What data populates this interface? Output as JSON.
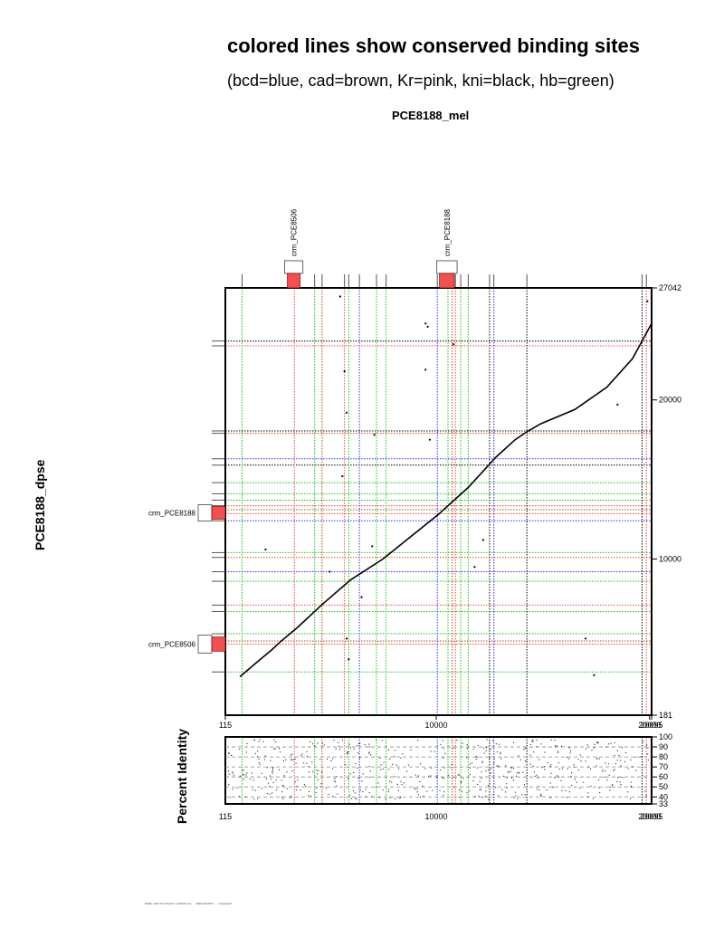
{
  "page": {
    "title": "colored lines show conserved binding sites",
    "subtitle": "(bcd=blue, cad=brown, Kr=pink, kni=black, hb=green)",
    "footer": "Made with the Dotplot software by ... MakeDotPlot ... Copyright ... "
  },
  "colors": {
    "bcd": "#3030ff",
    "cad": "#a05020",
    "Kr": "#ff4040",
    "kni": "#000000",
    "hb": "#20c020",
    "crm_fill": "#f05050"
  },
  "chart_data": {
    "type": "scatter",
    "title": "PCE8188_mel",
    "xlabel": "",
    "ylabel": "PCE8188_dpse",
    "xlim": [
      115,
      20095
    ],
    "ylim": [
      181,
      27042
    ],
    "x_ticks": [
      {
        "value": 115,
        "label": "115"
      },
      {
        "value": 10000,
        "label": "10000"
      },
      {
        "value": 20000,
        "label": "20000"
      },
      {
        "value": 20095,
        "label": "20095"
      }
    ],
    "y_ticks": [
      {
        "value": 181,
        "label": "181"
      },
      {
        "value": 10000,
        "label": "10000"
      },
      {
        "value": 20000,
        "label": "20000"
      },
      {
        "value": 27042,
        "label": "27042"
      }
    ],
    "crm_x": [
      {
        "name": "crm_PCE8506",
        "start": 3020,
        "end": 3620
      },
      {
        "name": "crm_PCE8188",
        "start": 10150,
        "end": 10850
      }
    ],
    "crm_y": [
      {
        "name": "crm_PCE8188",
        "start": 12500,
        "end": 13300
      },
      {
        "name": "crm_PCE8506",
        "start": 4200,
        "end": 5100
      }
    ],
    "vlines": [
      {
        "x": 900,
        "site": "hb"
      },
      {
        "x": 3350,
        "site": "Kr"
      },
      {
        "x": 4300,
        "site": "hb"
      },
      {
        "x": 4650,
        "site": "cad"
      },
      {
        "x": 5700,
        "site": "Kr"
      },
      {
        "x": 5900,
        "site": "hb"
      },
      {
        "x": 6400,
        "site": "bcd"
      },
      {
        "x": 7200,
        "site": "hb"
      },
      {
        "x": 7650,
        "site": "hb"
      },
      {
        "x": 10050,
        "site": "bcd"
      },
      {
        "x": 10550,
        "site": "hb"
      },
      {
        "x": 10750,
        "site": "cad"
      },
      {
        "x": 10900,
        "site": "Kr"
      },
      {
        "x": 11150,
        "site": "hb"
      },
      {
        "x": 11500,
        "site": "hb"
      },
      {
        "x": 12500,
        "site": "kni"
      },
      {
        "x": 12700,
        "site": "bcd"
      },
      {
        "x": 14250,
        "site": "kni"
      },
      {
        "x": 19650,
        "site": "kni"
      },
      {
        "x": 19850,
        "site": "Kr"
      }
    ],
    "hlines": [
      {
        "y": 23700,
        "site": "kni"
      },
      {
        "y": 23400,
        "site": "Kr"
      },
      {
        "y": 18050,
        "site": "kni"
      },
      {
        "y": 17900,
        "site": "cad"
      },
      {
        "y": 16300,
        "site": "bcd"
      },
      {
        "y": 15900,
        "site": "kni"
      },
      {
        "y": 14800,
        "site": "hb"
      },
      {
        "y": 14100,
        "site": "hb"
      },
      {
        "y": 13700,
        "site": "hb"
      },
      {
        "y": 13350,
        "site": "Kr"
      },
      {
        "y": 13100,
        "site": "cad"
      },
      {
        "y": 12850,
        "site": "Kr"
      },
      {
        "y": 12400,
        "site": "bcd"
      },
      {
        "y": 10400,
        "site": "hb"
      },
      {
        "y": 10100,
        "site": "Kr"
      },
      {
        "y": 9200,
        "site": "bcd"
      },
      {
        "y": 8600,
        "site": "hb"
      },
      {
        "y": 7100,
        "site": "Kr"
      },
      {
        "y": 6700,
        "site": "hb"
      },
      {
        "y": 5300,
        "site": "hb"
      },
      {
        "y": 4850,
        "site": "cad"
      },
      {
        "y": 4650,
        "site": "Kr"
      },
      {
        "y": 2900,
        "site": "hb"
      }
    ],
    "diagonal": [
      [
        800,
        2600
      ],
      [
        1500,
        3400
      ],
      [
        2300,
        4300
      ],
      [
        2700,
        4800
      ],
      [
        3500,
        5700
      ],
      [
        4700,
        7200
      ],
      [
        6000,
        8700
      ],
      [
        7500,
        10000
      ],
      [
        8800,
        11400
      ],
      [
        10100,
        12800
      ],
      [
        11500,
        14500
      ],
      [
        12800,
        16400
      ],
      [
        13700,
        17500
      ],
      [
        14250,
        18000
      ],
      [
        14900,
        18500
      ],
      [
        16500,
        19400
      ],
      [
        18000,
        20800
      ],
      [
        19200,
        22600
      ],
      [
        20095,
        24800
      ]
    ],
    "dots": [
      [
        5500,
        26500
      ],
      [
        9500,
        24800
      ],
      [
        5700,
        21800
      ],
      [
        9500,
        21900
      ],
      [
        10800,
        23500
      ],
      [
        5800,
        19200
      ],
      [
        7100,
        17800
      ],
      [
        9700,
        17500
      ],
      [
        5600,
        15200
      ],
      [
        2000,
        10600
      ],
      [
        7000,
        10800
      ],
      [
        5000,
        9200
      ],
      [
        6500,
        7600
      ],
      [
        11800,
        9500
      ],
      [
        12200,
        11200
      ],
      [
        5800,
        5000
      ],
      [
        5900,
        3700
      ],
      [
        17000,
        5000
      ],
      [
        17400,
        2700
      ],
      [
        18500,
        19700
      ],
      [
        19900,
        26200
      ],
      [
        9600,
        24600
      ]
    ],
    "pid_ticks": [
      100,
      90,
      80,
      70,
      60,
      50,
      40,
      33
    ]
  }
}
